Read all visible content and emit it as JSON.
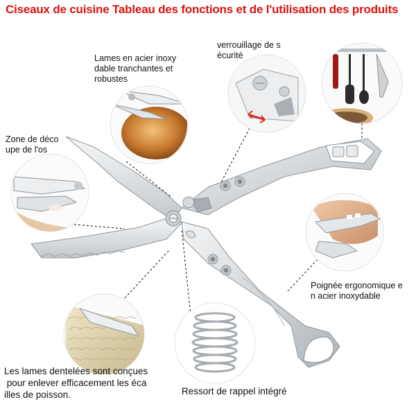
{
  "title": "Ciseaux de cuisine Tableau des fonctions et de l'utilisation des produits",
  "labels": {
    "blades": [
      "Lames en acier inoxy",
      "dable tranchantes et",
      "robustes"
    ],
    "lock": [
      "verrouillage de s",
      "écurité"
    ],
    "bone": [
      "Zone de déco",
      "upe de l'os"
    ],
    "handle": [
      "Poignée ergonomique e",
      "n acier inoxydable"
    ],
    "serrated": [
      "Les lames dentelées sont conçues",
      " pour enlever efficacement les éca",
      "illes de poisson."
    ],
    "spring": [
      "Ressort de rappel intégré"
    ]
  },
  "colors": {
    "title": "#d9140f",
    "steel": "#d7dbde",
    "steel_dark": "#9aa2a8",
    "accent_red": "#e0241b"
  }
}
